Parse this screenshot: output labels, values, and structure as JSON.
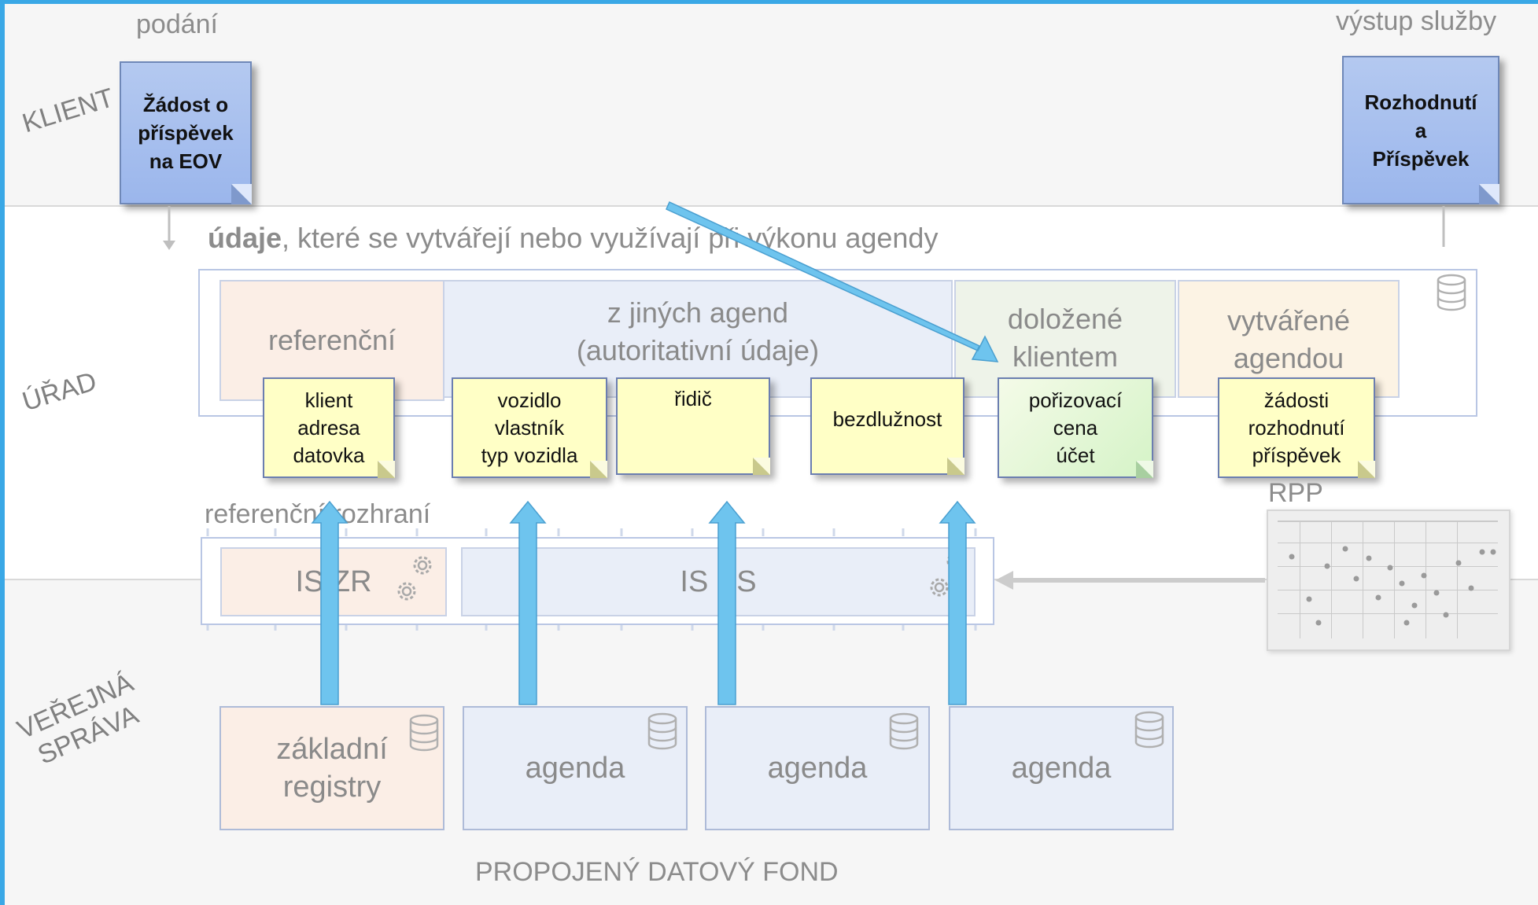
{
  "lanes": {
    "klient": "KLIENT",
    "urad": "ÚŘAD",
    "verejna_sprava": "VEŘEJNÁ\nSPRÁVA"
  },
  "top": {
    "podani": "podání",
    "vystup": "výstup služby",
    "doc_left": "Žádost o\npříspěvek\nna EOV",
    "doc_right": "Rozhodnutí\na\nPříspěvek"
  },
  "udaje": {
    "bold": "údaje",
    "rest": ", které se vytvářejí nebo využívají při výkonu agendy"
  },
  "categories": {
    "referencni": "referenční",
    "z_jinych": "z jiných agend\n(autoritativní údaje)",
    "dolozene": "doložené\nklientem",
    "vytvarene": "vytvářené\nagendou"
  },
  "notes": [
    "klient\nadresa\ndatovka",
    "vozidlo\nvlastník\ntyp vozidla",
    "řidič",
    "bezdlužnost",
    "pořizovací\ncena\núčet",
    "žádosti\nrozhodnutí\npříspěvek"
  ],
  "interface": {
    "label": "referenční rozhraní",
    "is_zr": "IS ZR",
    "is_ss": "IS SS"
  },
  "rpp": "RPP",
  "sources": {
    "zakladni": "základní\nregistry",
    "agenda1": "agenda",
    "agenda2": "agenda",
    "agenda3": "agenda"
  },
  "footer": "PROPOJENÝ DATOVÝ FOND",
  "colors": {
    "accent_border": "#3aa8e6",
    "doc_fill": "#a8c1ef",
    "note_fill": "#ffffc6",
    "arrow": "#6ec4ee",
    "referencni_fill": "#fbeee6",
    "agendy_fill": "#e9eef8",
    "dolozene_fill": "#eef3e9",
    "vytvarene_fill": "#fcf3e4"
  }
}
